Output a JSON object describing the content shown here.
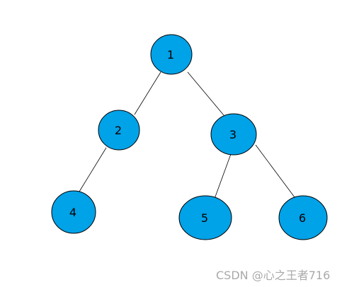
{
  "diagram": {
    "node_color": "#00a2e8",
    "nodes": [
      {
        "id": "1",
        "label": "1"
      },
      {
        "id": "2",
        "label": "2"
      },
      {
        "id": "3",
        "label": "3"
      },
      {
        "id": "4",
        "label": "4"
      },
      {
        "id": "5",
        "label": "5"
      },
      {
        "id": "6",
        "label": "6"
      }
    ],
    "edges": [
      {
        "from": "1",
        "to": "2"
      },
      {
        "from": "1",
        "to": "3"
      },
      {
        "from": "2",
        "to": "4"
      },
      {
        "from": "3",
        "to": "5"
      },
      {
        "from": "3",
        "to": "6"
      }
    ]
  },
  "watermark": "CSDN @心之王者716"
}
